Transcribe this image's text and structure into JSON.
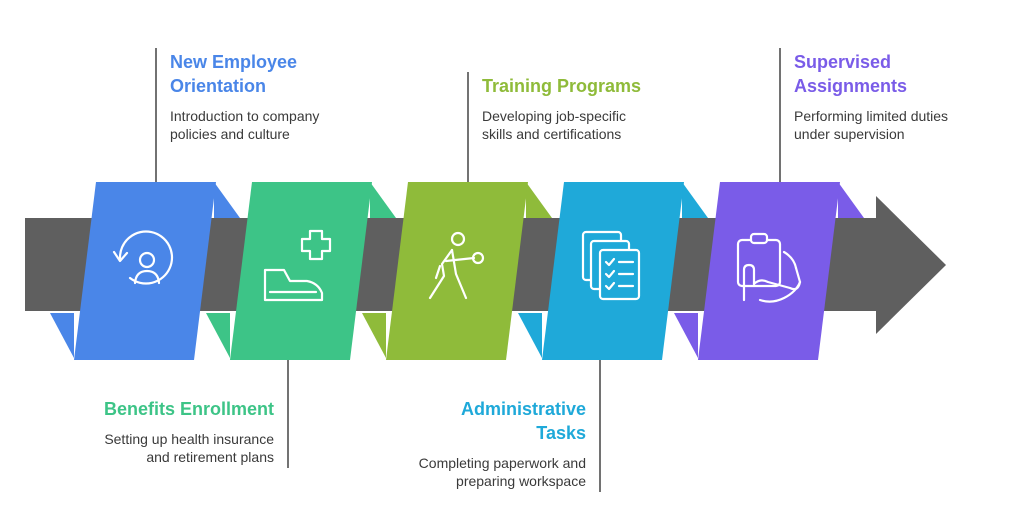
{
  "colors": {
    "blue": "#4a86e8",
    "green": "#3dc487",
    "olive": "#8fbb3a",
    "cyan": "#1fa9d9",
    "purple": "#7a5ce8",
    "arrow": "#5f5f5f",
    "connector": "#444444"
  },
  "steps": [
    {
      "title": "New Employee Orientation",
      "title_lines": [
        "New Employee",
        "Orientation"
      ],
      "description": "Introduction to company policies and culture",
      "desc_lines": [
        "Introduction to company",
        "policies and culture"
      ],
      "icon": "rotate-user-icon",
      "position": "top"
    },
    {
      "title": "Benefits Enrollment",
      "title_lines": [
        "Benefits Enrollment"
      ],
      "description": "Setting up health insurance and retirement plans",
      "desc_lines": [
        "Setting up health insurance",
        "and retirement plans"
      ],
      "icon": "health-insurance-icon",
      "position": "bottom"
    },
    {
      "title": "Training Programs",
      "title_lines": [
        "Training Programs"
      ],
      "description": "Developing job-specific skills and certifications",
      "desc_lines": [
        "Developing job-specific",
        "skills and certifications"
      ],
      "icon": "person-training-icon",
      "position": "top"
    },
    {
      "title": "Administrative Tasks",
      "title_lines": [
        "Administrative",
        "Tasks"
      ],
      "description": "Completing paperwork and preparing workspace",
      "desc_lines": [
        "Completing paperwork and",
        "preparing workspace"
      ],
      "icon": "documents-checklist-icon",
      "position": "bottom"
    },
    {
      "title": "Supervised Assignments",
      "title_lines": [
        "Supervised",
        "Assignments"
      ],
      "description": "Performing limited duties under supervision",
      "desc_lines": [
        "Performing limited duties",
        "under supervision"
      ],
      "icon": "clipboard-hand-icon",
      "position": "top"
    }
  ]
}
